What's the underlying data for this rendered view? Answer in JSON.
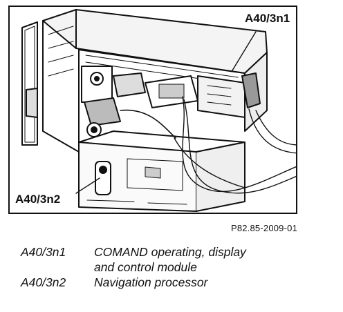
{
  "figure": {
    "callouts": [
      {
        "id": "n1",
        "label": "A40/3n1"
      },
      {
        "id": "n2",
        "label": "A40/3n2"
      }
    ],
    "reference": "P82.85-2009-01"
  },
  "legend": [
    {
      "code": "A40/3n1",
      "line1": "COMAND operating, display",
      "line2": "and control module"
    },
    {
      "code": "A40/3n2",
      "line1": "Navigation processor",
      "line2": ""
    }
  ]
}
